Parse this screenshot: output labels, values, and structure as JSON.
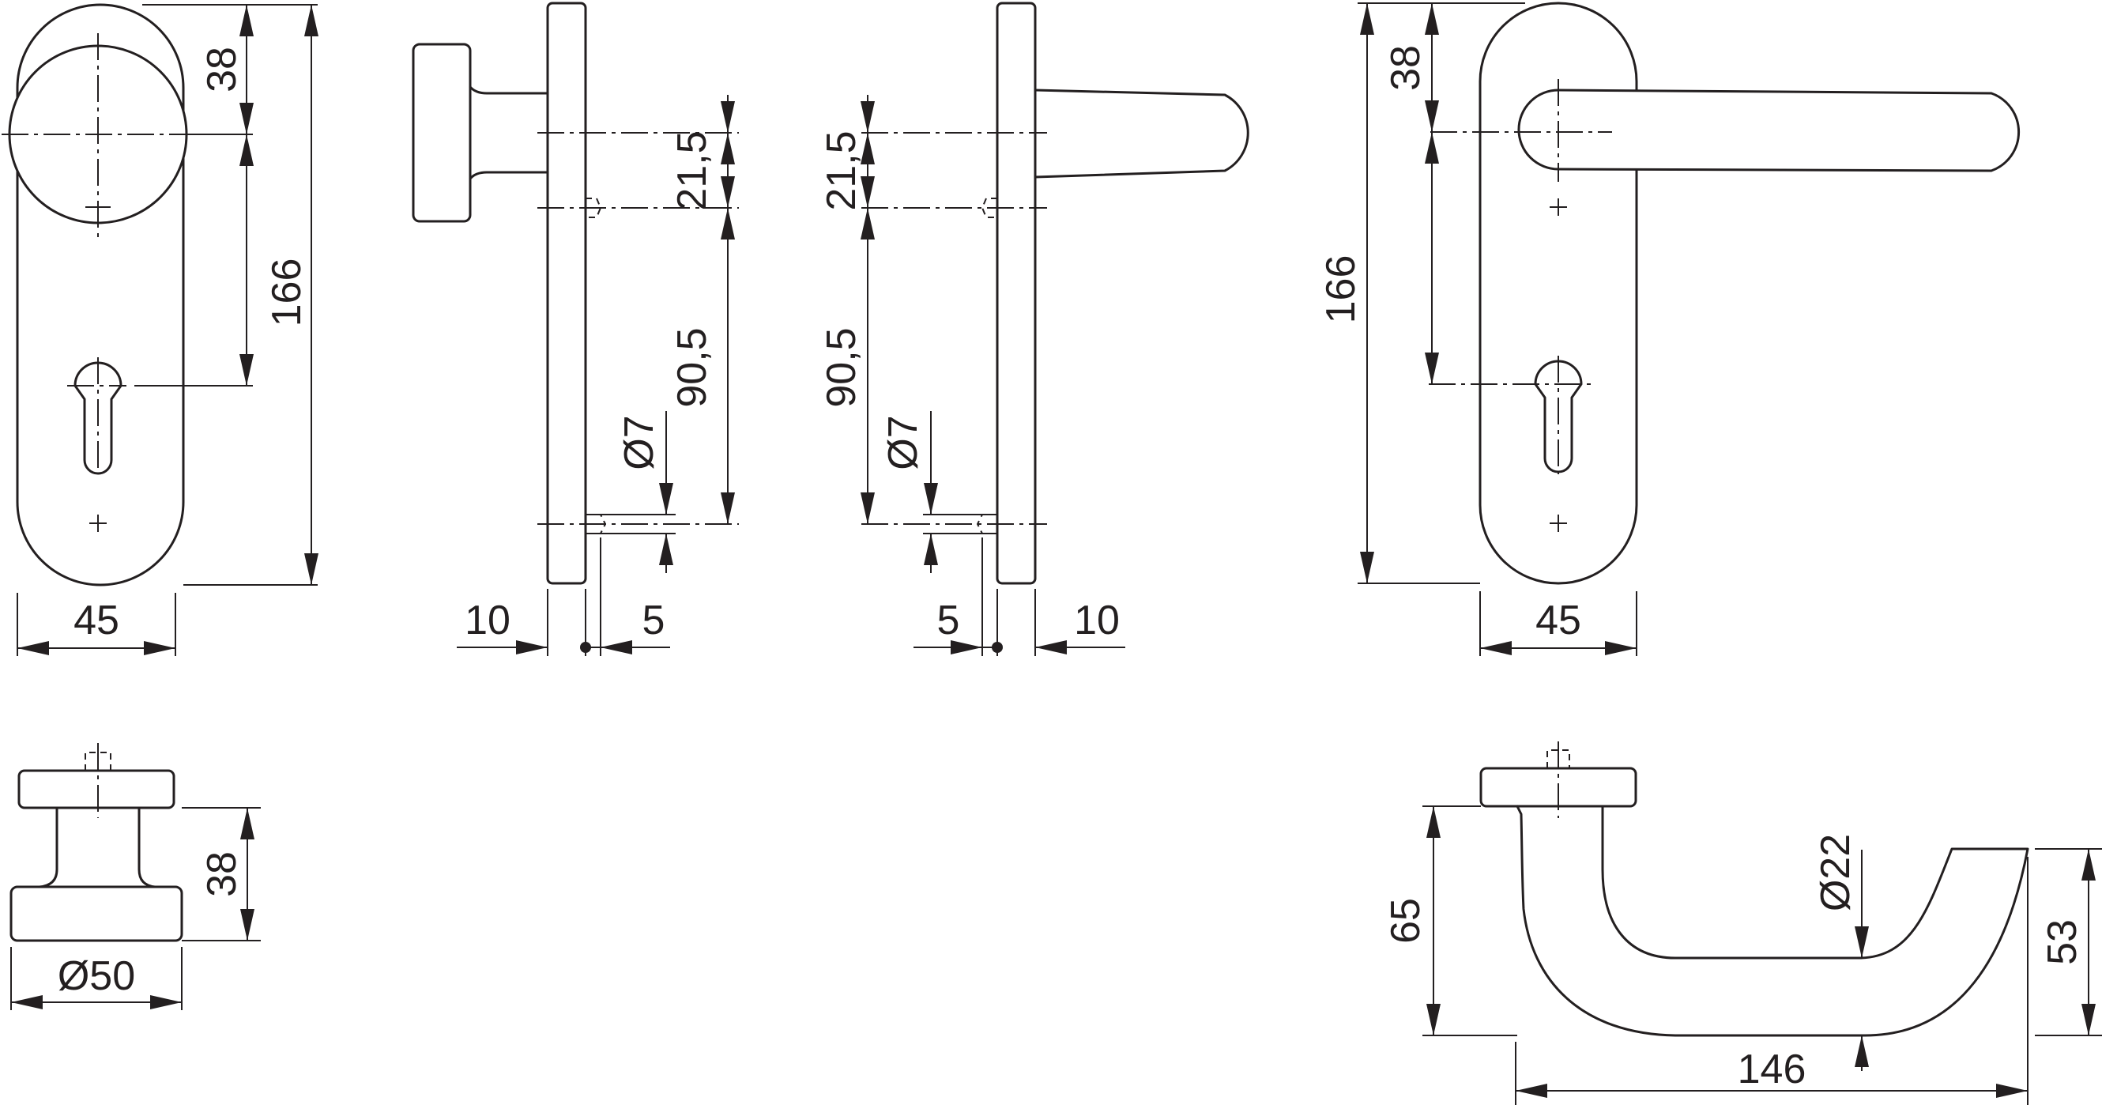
{
  "dimensions": {
    "knob_front": {
      "top_to_spindle": "38",
      "total_height": "166",
      "width": "45"
    },
    "knob_side": {
      "spindle_to_hole": "21,5",
      "hole_spacing": "90,5",
      "hole_diameter": "Ø7",
      "plate_offset": "10",
      "hole_depth": "5"
    },
    "lever_side": {
      "spindle_to_hole": "21,5",
      "hole_spacing": "90,5",
      "hole_diameter": "Ø7",
      "hole_depth": "5",
      "plate_offset": "10"
    },
    "lever_front": {
      "top_to_spindle": "38",
      "total_height": "166",
      "width": "45"
    },
    "knob_top": {
      "projection": "38",
      "knob_diameter": "Ø50"
    },
    "lever_top": {
      "projection": "65",
      "grip_diameter": "Ø22",
      "lever_length": "146",
      "end_depth": "53"
    }
  },
  "colors": {
    "line": "#231f20",
    "background": "#ffffff"
  }
}
